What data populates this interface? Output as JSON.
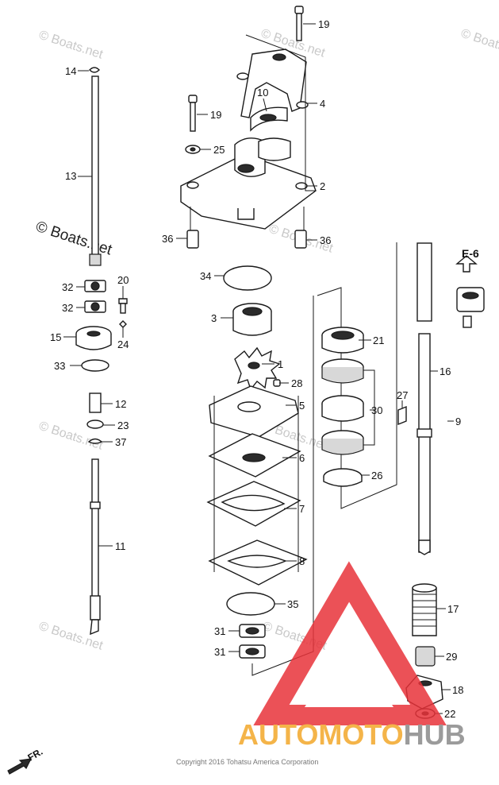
{
  "watermark": "© Boats.net",
  "reference": {
    "label": "E-6"
  },
  "direction_label": "FR.",
  "copyright": "Copyright 2016 Tohatsu America Corporation",
  "logo": {
    "part_a": "AUTOMOTO",
    "part_b": "HUB",
    "triangle_color": "#e8333a",
    "text_color": "#f3a72a",
    "hub_color": "#8a8a8a"
  },
  "callouts": {
    "c1": "1",
    "c2": "2",
    "c3": "3",
    "c4": "4",
    "c5": "5",
    "c6": "6",
    "c7": "7",
    "c8": "8",
    "c9": "9",
    "c10": "10",
    "c11": "11",
    "c12": "12",
    "c13": "13",
    "c14": "14",
    "c15": "15",
    "c16": "16",
    "c17": "17",
    "c18": "18",
    "c19a": "19",
    "c19b": "19",
    "c20": "20",
    "c21": "21",
    "c22": "22",
    "c23": "23",
    "c24": "24",
    "c25": "25",
    "c26": "26",
    "c27": "27",
    "c28": "28",
    "c29": "29",
    "c30": "30",
    "c31a": "31",
    "c31b": "31",
    "c32a": "32",
    "c32b": "32",
    "c33": "33",
    "c34": "34",
    "c35": "35",
    "c36a": "36",
    "c36b": "36",
    "c37": "37"
  }
}
